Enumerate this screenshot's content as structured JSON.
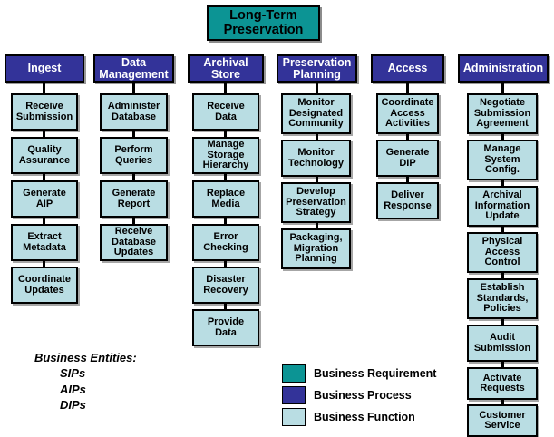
{
  "diagram": {
    "title": "Long-Term Preservation",
    "colors": {
      "business_requirement": "#0c9494",
      "business_process": "#333399",
      "business_function": "#b9dde3",
      "outline": "#000000",
      "background": "#ffffff"
    }
  },
  "columns": [
    {
      "header": "Ingest",
      "functions": [
        "Receive Submission",
        "Quality Assurance",
        "Generate AIP",
        "Extract Metadata",
        "Coordinate Updates"
      ]
    },
    {
      "header": "Data Management",
      "functions": [
        "Administer Database",
        "Perform Queries",
        "Generate Report",
        "Receive Database Updates"
      ]
    },
    {
      "header": "Archival Store",
      "functions": [
        "Receive Data",
        "Manage Storage Hierarchy",
        "Replace Media",
        "Error Checking",
        "Disaster Recovery",
        "Provide Data"
      ]
    },
    {
      "header": "Preservation Planning",
      "functions": [
        "Monitor Designated Community",
        "Monitor Technology",
        "Develop Preservation Strategy",
        "Packaging, Migration Planning"
      ]
    },
    {
      "header": "Access",
      "functions": [
        "Coordinate Access Activities",
        "Generate DIP",
        "Deliver Response"
      ]
    },
    {
      "header": "Administration",
      "functions": [
        "Negotiate Submission Agreement",
        "Manage System Config.",
        "Archival Information Update",
        "Physical Access Control",
        "Establish Standards, Policies",
        "Audit Submission",
        "Activate Requests",
        "Customer Service"
      ]
    }
  ],
  "entities": {
    "heading": "Business Entities:",
    "items": [
      "SIPs",
      "AIPs",
      "DIPs"
    ]
  },
  "legend": [
    {
      "label": "Business Requirement",
      "color": "#0c9494"
    },
    {
      "label": "Business Process",
      "color": "#333399"
    },
    {
      "label": "Business Function",
      "color": "#b9dde3"
    }
  ]
}
